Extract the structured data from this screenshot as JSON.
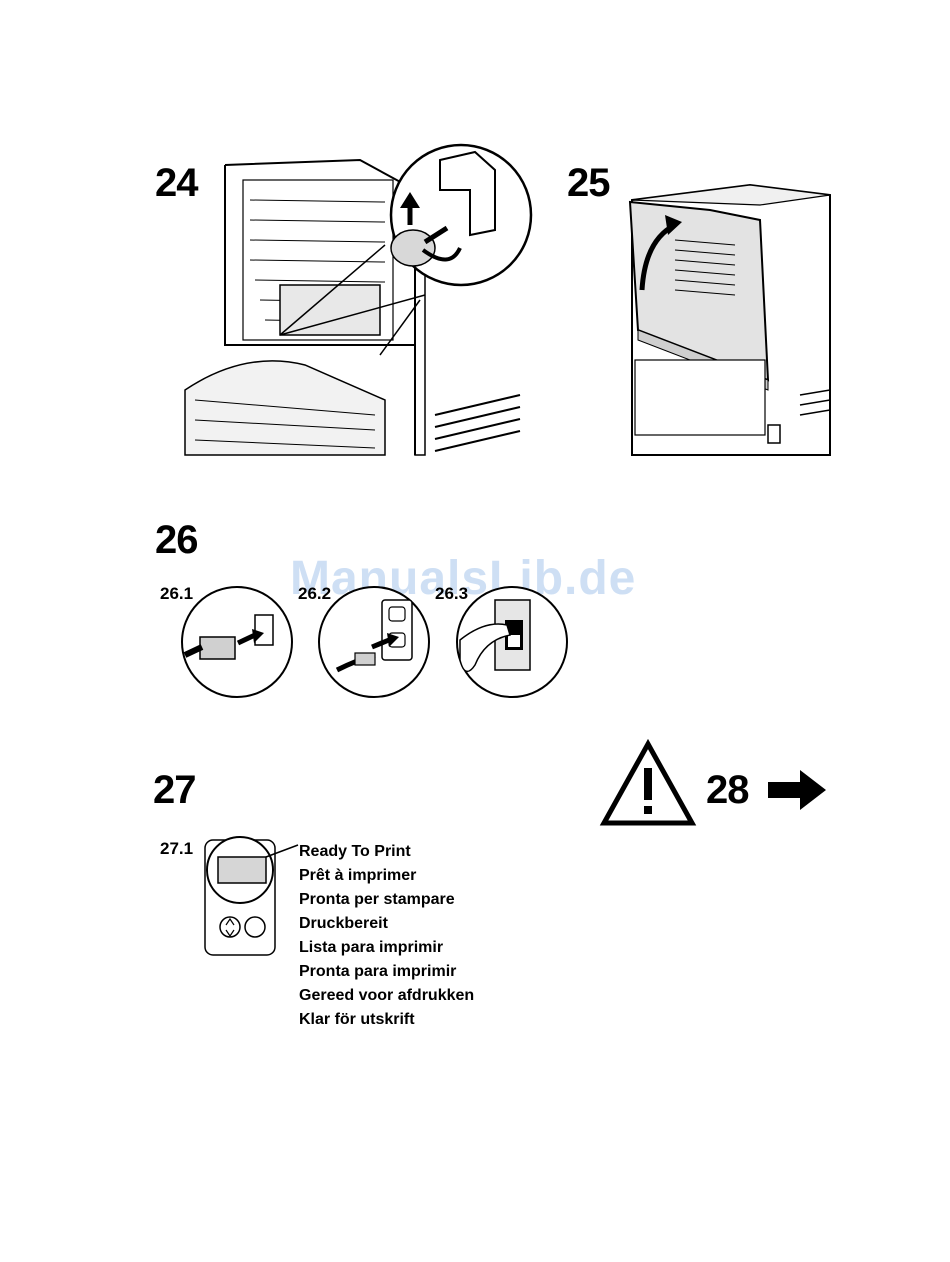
{
  "steps": {
    "s24": "24",
    "s25": "25",
    "s26": "26",
    "s26_1": "26.1",
    "s26_2": "26.2",
    "s26_3": "26.3",
    "s27": "27",
    "s27_1": "27.1",
    "s28": "28"
  },
  "watermark": "ManualsLib.de",
  "status_messages": [
    "Ready To Print",
    "Prêt à imprimer",
    "Pronta per stampare",
    "Druckbereit",
    "Lista para imprimir",
    "Pronta para imprimir",
    "Gereed voor afdrukken",
    "Klar för utskrift"
  ],
  "icons": {
    "warning": "warning-triangle-icon",
    "next": "arrow-right-icon"
  }
}
